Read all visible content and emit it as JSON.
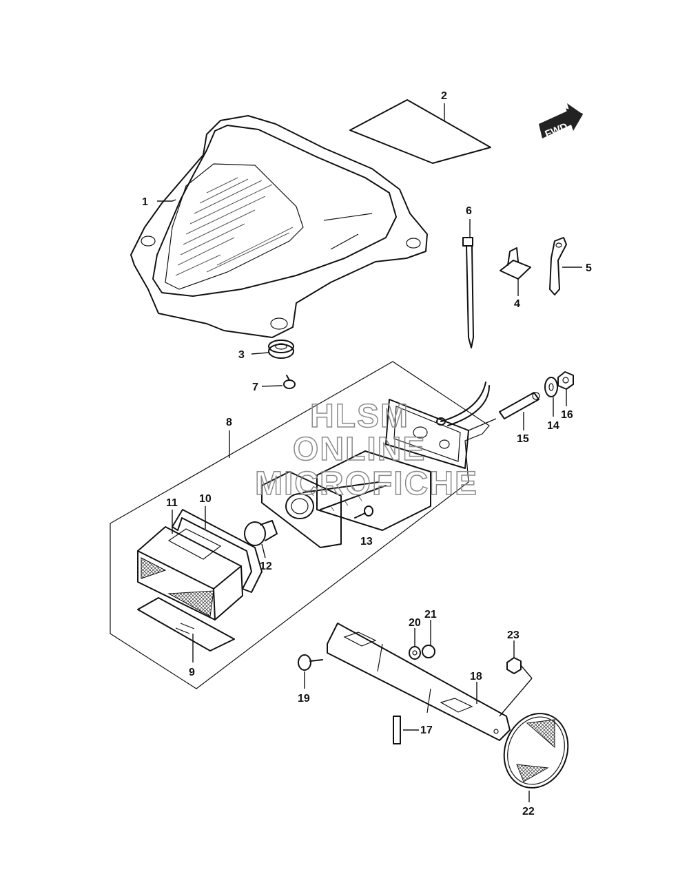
{
  "watermark": {
    "line1": "HLSM",
    "line2": "ONLINE",
    "line3": "MICROFICHE"
  },
  "direction_badge": {
    "label": "FWD"
  },
  "callouts": [
    "1",
    "2",
    "3",
    "4",
    "5",
    "6",
    "7",
    "8",
    "9",
    "10",
    "11",
    "12",
    "13",
    "14",
    "15",
    "16",
    "17",
    "18",
    "19",
    "20",
    "21",
    "22",
    "23"
  ]
}
